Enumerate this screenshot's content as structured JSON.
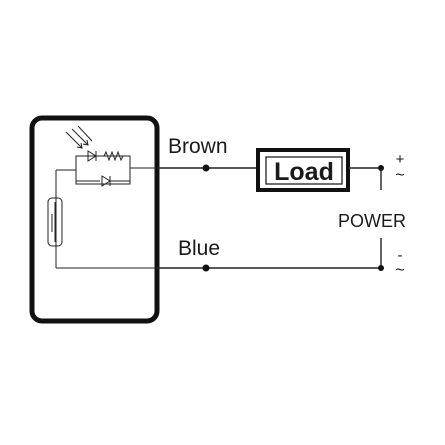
{
  "labels": {
    "brown": "Brown",
    "blue": "Blue",
    "load": "Load",
    "power": "POWER",
    "terminal_positive": "+",
    "terminal_negative": "-"
  },
  "icons": {
    "ac_symbol": "tilde-icon",
    "photo_symbol": "light-arrows-icon"
  },
  "colors": {
    "line": "#222222",
    "background": "#ffffff"
  }
}
